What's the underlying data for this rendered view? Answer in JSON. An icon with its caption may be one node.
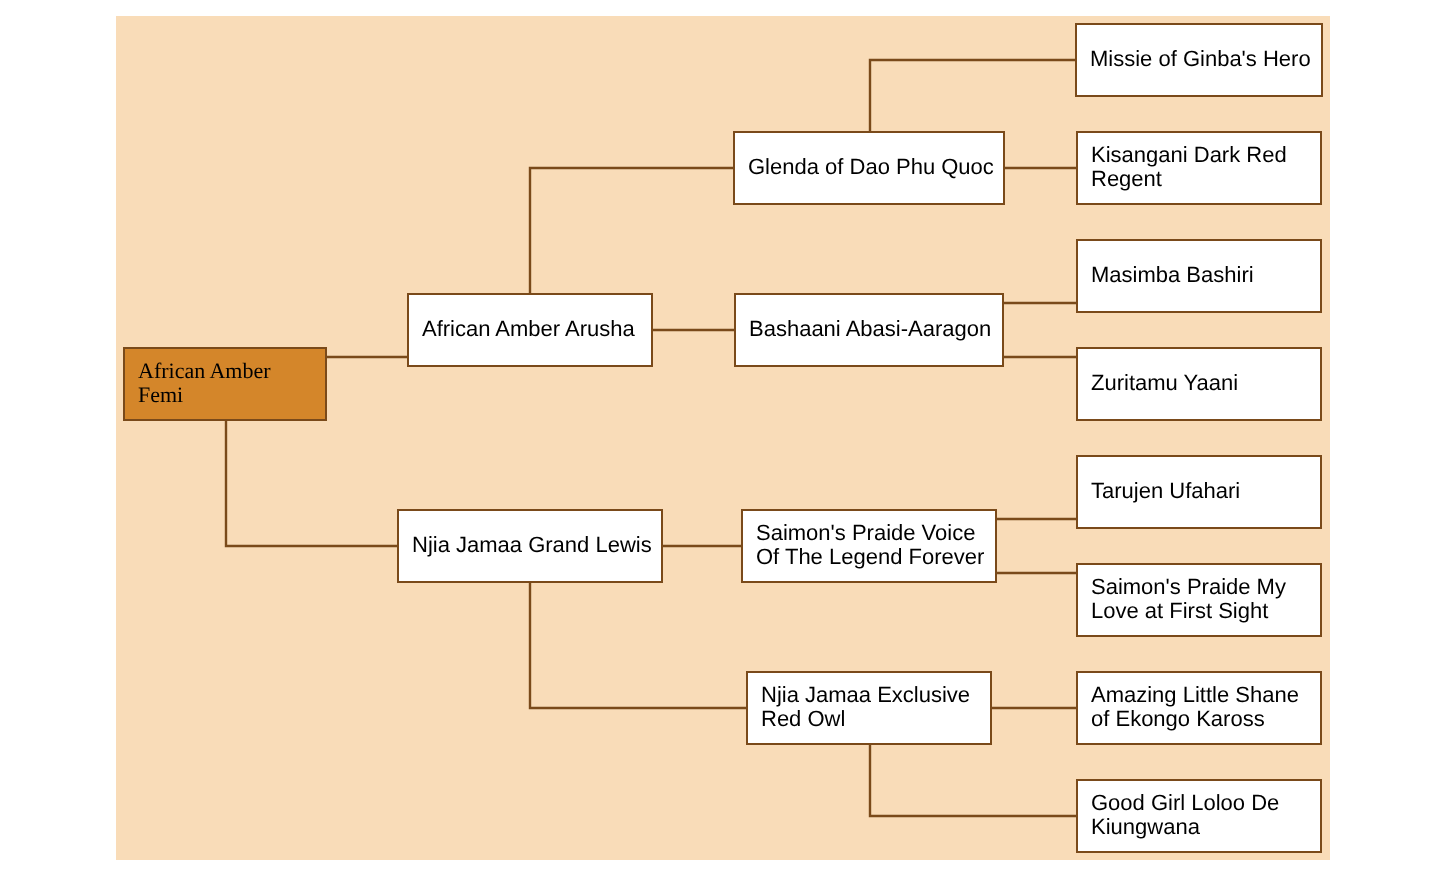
{
  "diagram": {
    "nodes": [
      {
        "text": [
          "African Amber Femi"
        ]
      },
      {
        "text": [
          "African Amber Arusha"
        ]
      },
      {
        "text": [
          "Njia Jamaa Grand Lewis"
        ]
      },
      {
        "text": [
          "Glenda of Dao Phu Quoc"
        ]
      },
      {
        "text": [
          "Bashaani Abasi-Aaragon"
        ]
      },
      {
        "text": [
          "Saimon's Praide Voice Of The Legend Forever"
        ]
      },
      {
        "text": [
          "Njia Jamaa Exclusive Red Owl"
        ]
      },
      {
        "text": [
          "Missie of Ginba's Hero"
        ]
      },
      {
        "text": [
          "Kisangani Dark Red Regent"
        ]
      },
      {
        "text": [
          "Masimba Bashiri"
        ]
      },
      {
        "text": [
          "Zuritamu Yaani"
        ]
      },
      {
        "text": [
          "Tarujen Ufahari"
        ]
      },
      {
        "text": [
          "Saimon's Praide My Love at First Sight"
        ]
      },
      {
        "text": [
          "Amazing Little Shane of Ekongo Kaross"
        ]
      },
      {
        "text": [
          "Good Girl Loloo De Kiungwana"
        ]
      }
    ],
    "edges": [
      {
        "from": 0,
        "to": 1,
        "arrow": "none"
      },
      {
        "from": 0,
        "to": 2,
        "arrow": "none"
      },
      {
        "from": 1,
        "to": 3,
        "arrow": "none"
      },
      {
        "from": 1,
        "to": 4,
        "arrow": "none"
      },
      {
        "from": 2,
        "to": 5,
        "arrow": "none"
      },
      {
        "from": 2,
        "to": 6,
        "arrow": "none"
      },
      {
        "from": 3,
        "to": 7,
        "arrow": "none"
      },
      {
        "from": 3,
        "to": 8,
        "arrow": "none"
      },
      {
        "from": 4,
        "to": 9,
        "arrow": "none"
      },
      {
        "from": 4,
        "to": 10,
        "arrow": "none"
      },
      {
        "from": 5,
        "to": 11,
        "arrow": "none"
      },
      {
        "from": 5,
        "to": 12,
        "arrow": "none"
      },
      {
        "from": 6,
        "to": 13,
        "arrow": "none"
      },
      {
        "from": 6,
        "to": 14,
        "arrow": "none"
      }
    ]
  }
}
